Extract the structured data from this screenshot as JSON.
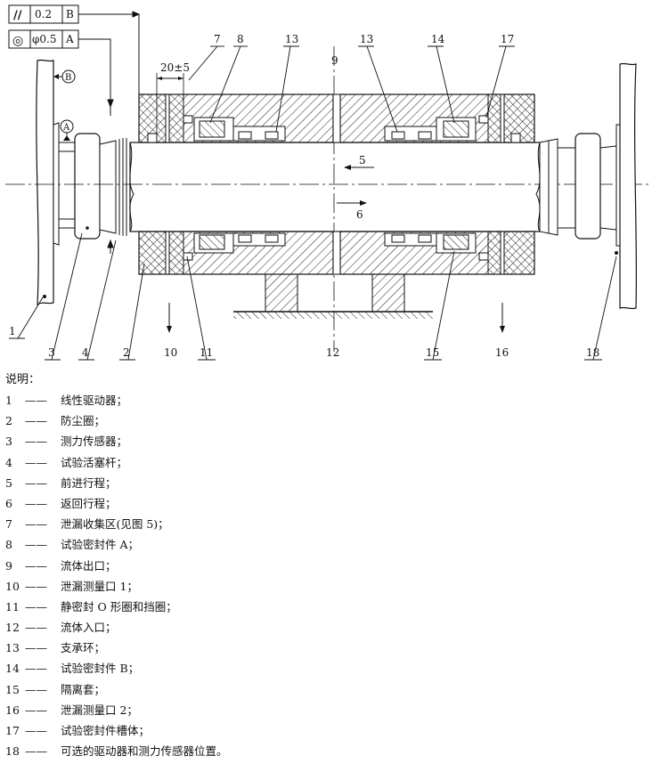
{
  "tolerance_frames": [
    {
      "symbol": "//",
      "value": "0.2",
      "datum": "B"
    },
    {
      "symbol": "◎",
      "value": "φ0.5",
      "datum": "A"
    }
  ],
  "datum_labels": [
    "B",
    "A"
  ],
  "dimension": "20±5",
  "callouts": {
    "top": [
      "7",
      "8",
      "13",
      "9",
      "13",
      "14",
      "17"
    ],
    "bottom": [
      "1",
      "3",
      "4",
      "2",
      "10",
      "11",
      "12",
      "15",
      "16",
      "18"
    ]
  },
  "stroke_labels": {
    "forward": "5",
    "return": "6"
  },
  "legend": {
    "title": "说明：",
    "dash": "——",
    "items": [
      {
        "num": "1",
        "text": "线性驱动器；"
      },
      {
        "num": "2",
        "text": "防尘圈；"
      },
      {
        "num": "3",
        "text": "测力传感器；"
      },
      {
        "num": "4",
        "text": "试验活塞杆；"
      },
      {
        "num": "5",
        "text": "前进行程；"
      },
      {
        "num": "6",
        "text": "返回行程；"
      },
      {
        "num": "7",
        "text": "泄漏收集区(见图 5)；"
      },
      {
        "num": "8",
        "text": "试验密封件 A；"
      },
      {
        "num": "9",
        "text": "流体出口；"
      },
      {
        "num": "10",
        "text": "泄漏测量口 1；"
      },
      {
        "num": "11",
        "text": "静密封 O 形圈和挡圈；"
      },
      {
        "num": "12",
        "text": "流体入口；"
      },
      {
        "num": "13",
        "text": "支承环；"
      },
      {
        "num": "14",
        "text": "试验密封件 B；"
      },
      {
        "num": "15",
        "text": "隔离套；"
      },
      {
        "num": "16",
        "text": "泄漏测量口 2；"
      },
      {
        "num": "17",
        "text": "试验密封件槽体；"
      },
      {
        "num": "18",
        "text": "可选的驱动器和测力传感器位置。"
      }
    ]
  }
}
